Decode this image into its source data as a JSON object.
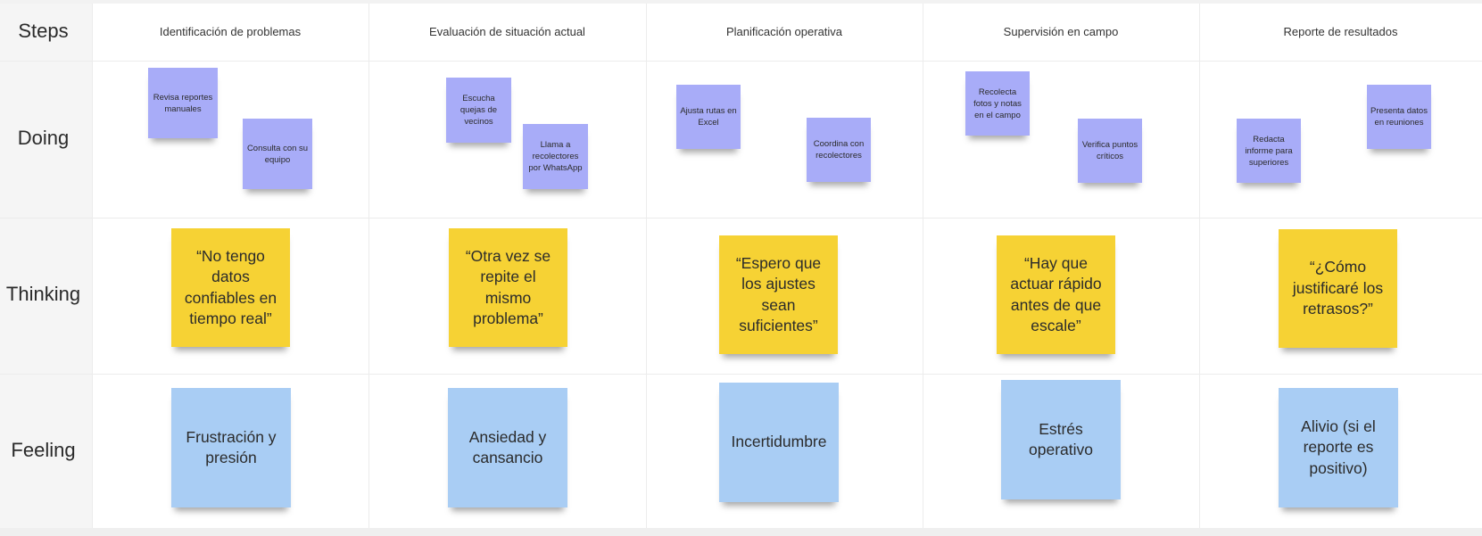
{
  "rows": {
    "steps": "Steps",
    "doing": "Doing",
    "thinking": "Thinking",
    "feeling": "Feeling"
  },
  "columns": [
    "Identificación de problemas",
    "Evaluación de situación actual",
    "Planificación operativa",
    "Supervisión en campo",
    "Reporte de resultados"
  ],
  "doing": [
    [
      "Revisa reportes manuales",
      "Consulta con su equipo"
    ],
    [
      "Escucha quejas de vecinos",
      "Llama a recolectores por WhatsApp"
    ],
    [
      "Ajusta rutas en Excel",
      "Coordina con recolectores"
    ],
    [
      "Recolecta fotos y notas en el campo",
      "Verifica puntos críticos"
    ],
    [
      "Redacta informe para superiores",
      "Presenta datos en reuniones"
    ]
  ],
  "thinking": [
    "“No tengo datos confiables en tiempo real”",
    "“Otra vez se repite el mismo problema”",
    "“Espero que los ajustes sean suficientes”",
    "“Hay que actuar rápido antes de que escale”",
    "“¿Cómo justificaré los retrasos?”"
  ],
  "feeling": [
    "Frustración y presión",
    "Ansiedad y cansancio",
    "Incertidumbre",
    "Estrés operativo",
    "Alivio (si el reporte es positivo)"
  ],
  "colors": {
    "doing_note": "#a8acf8",
    "thinking_note": "#f6d234",
    "feeling_note": "#a9cdf4"
  }
}
